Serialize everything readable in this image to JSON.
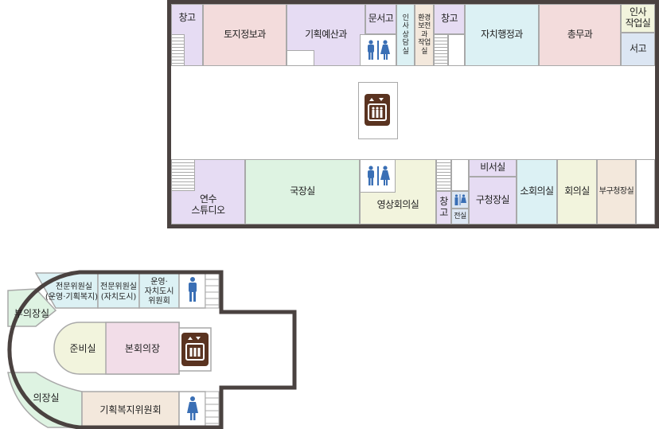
{
  "upper_floor": {
    "top": [
      "창고",
      "토지정보과",
      "기획예산과",
      "문서고",
      "인\n사\n상\n담\n실",
      "환경\n보전\n과\n작업\n실",
      "창고",
      "자치행정과",
      "총무과",
      "인사\n작업실",
      "서고"
    ],
    "bottom": [
      "연수\n스튜디오",
      "국장실",
      "영상회의실",
      "창\n고",
      "전실",
      "비서실",
      "구청장실",
      "소회의실",
      "회의실",
      "부구청장실"
    ]
  },
  "lower_floor": {
    "committee1": [
      "전문위원실",
      "(운영·기획복지)"
    ],
    "committee2": [
      "전문위원실",
      "(자치도시)"
    ],
    "committee3": [
      "운영·",
      "자치도시",
      "위원회"
    ],
    "vice_chair": "부의장실",
    "prep": "준비실",
    "main_hall": "본회의장",
    "chair": "의장실",
    "planning": "기획복지위원회"
  },
  "icons": {
    "restroom": "restroom-icon",
    "elevator": "elevator-icon",
    "stairs": "stairs-icon"
  },
  "colors": {
    "wall": "#4a4240",
    "icon_blue": "#3a6fb5",
    "elevator": "#5a3320"
  }
}
